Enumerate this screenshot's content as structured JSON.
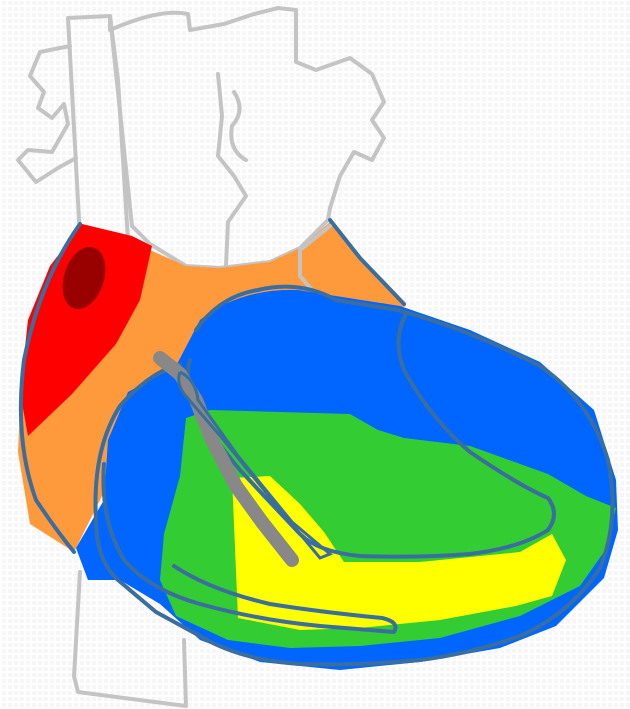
{
  "figure": {
    "subject": "heart",
    "zones": [
      {
        "id": "red-zone",
        "color": "#ff0000"
      },
      {
        "id": "dark-red-spot",
        "color": "#990000"
      },
      {
        "id": "orange-zone",
        "color": "#ff9a3c"
      },
      {
        "id": "blue-zone",
        "color": "#0066ff"
      },
      {
        "id": "green-zone",
        "color": "#33cc33"
      },
      {
        "id": "yellow-zone",
        "color": "#ffff00"
      }
    ],
    "colors": {
      "vessel_outline": "#c4c4c4",
      "chamber_outline": "#3a6e9e",
      "lead": "#888888",
      "background": "#f6f6f6"
    }
  }
}
